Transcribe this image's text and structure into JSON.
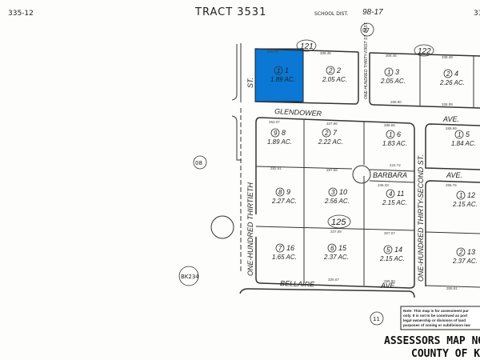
{
  "header": {
    "map_page_left": "335-12",
    "tract": "TRACT 3531",
    "school_dist_label": "SCHOOL DIST.",
    "school_dist_value": "98-17",
    "map_page_right": "33"
  },
  "highlight_color": "#0a78d4",
  "blocks": {
    "b121": "121",
    "b122": "122",
    "b125": "125",
    "b07": "07",
    "b08": "08",
    "b11": "11",
    "bk": "BK234"
  },
  "streets": {
    "glendower": "GLENDOWER",
    "glendower_ave": "AVE.",
    "barbara": "BARBARA",
    "barbara_ave": "AVE.",
    "bellaire": "BELLAIRE",
    "bellaire_ave": "AVE.",
    "st130": "ONE-HUNDRED THIRTIETH",
    "st130_suffix": "ST.",
    "st131": "ONE-HUNDRED THIRTY-FIRST ST. EAST",
    "st132": "ONE-HUNDRED THIRTY-SECOND ST."
  },
  "lots": [
    {
      "lot": "1",
      "parcel": "1",
      "acres": "1.89 AC."
    },
    {
      "lot": "2",
      "parcel": "2",
      "acres": "2.05 AC."
    },
    {
      "lot": "3",
      "parcel": "1",
      "acres": "2.05 AC."
    },
    {
      "lot": "4",
      "parcel": "2",
      "acres": "2.26 AC."
    },
    {
      "lot": "5",
      "parcel": "1",
      "acres": "1.84 AC."
    },
    {
      "lot": "6",
      "parcel": "1",
      "acres": "1.83 AC."
    },
    {
      "lot": "7",
      "parcel": "2",
      "acres": "2.22 AC."
    },
    {
      "lot": "8",
      "parcel": "9",
      "acres": "1.89 AC."
    },
    {
      "lot": "9",
      "parcel": "8",
      "acres": "2.27 AC."
    },
    {
      "lot": "10",
      "parcel": "3",
      "acres": "2.56 AC."
    },
    {
      "lot": "11",
      "parcel": "4",
      "acres": "2.15 AC."
    },
    {
      "lot": "12",
      "parcel": "1",
      "acres": "2.15 AC."
    },
    {
      "lot": "13",
      "parcel": "2",
      "acres": "2.37 AC."
    },
    {
      "lot": "14",
      "parcel": "5",
      "acres": "2.15 AC."
    },
    {
      "lot": "15",
      "parcel": "6",
      "acres": "2.37 AC."
    },
    {
      "lot": "16",
      "parcel": "7",
      "acres": "1.65 AC."
    }
  ],
  "dimensions": {
    "d1": "308.48",
    "d2": "308.46",
    "d3": "308.45",
    "d4": "338.48",
    "d5": "262.07",
    "d6": "337.96",
    "d7": "288.65",
    "d8": "285.59",
    "d9": "287.56",
    "d10": "236.33",
    "d11": "286.76",
    "d12": "337.09",
    "d13": "307.07",
    "d14": "326.67",
    "d15": "295.90",
    "d16": "306.61",
    "d17": "288.80",
    "d18": "338.08",
    "d19": "224.72",
    "d20": "282.51"
  },
  "note": {
    "line1": "Note: This map is for assessment pur",
    "line2": "only. It is not to be construed as port",
    "line3": "legal ownership or divisions of land",
    "line4": "purposes of zoning or subdivision law"
  },
  "footer": {
    "title1": "ASSESSORS MAP NO...",
    "title2": "COUNTY OF KE"
  }
}
